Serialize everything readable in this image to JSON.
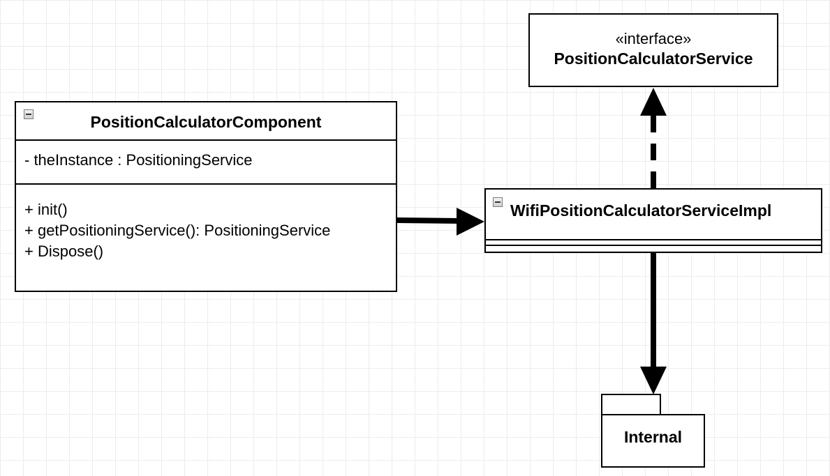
{
  "interface": {
    "stereotype": "«interface»",
    "name": "PositionCalculatorService"
  },
  "component": {
    "name": "PositionCalculatorComponent",
    "attributes": [
      "- theInstance : PositioningService"
    ],
    "methods": [
      "+ init()",
      "+ getPositioningService(): PositioningService",
      "+ Dispose()"
    ]
  },
  "impl": {
    "name": "WifiPositionCalculatorServiceImpl"
  },
  "package": {
    "name": "Internal"
  },
  "colors": {
    "line": "#000000",
    "fill": "#ffffff",
    "grid": "#ececec"
  }
}
